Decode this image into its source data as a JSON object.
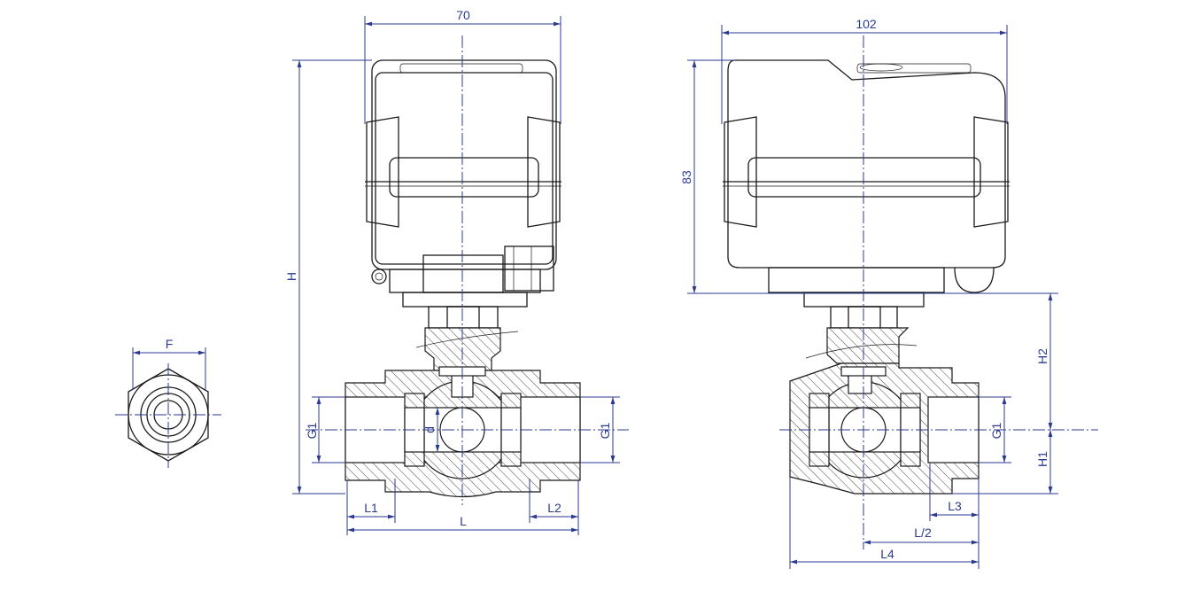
{
  "drawing": {
    "dimension_color": "#2b3a8f",
    "end_view": {
      "F": "F"
    },
    "front_view": {
      "width": "70",
      "height": "H",
      "thread_left": "G1",
      "thread_right": "G1",
      "bore": "d",
      "L1": "L1",
      "L2": "L2",
      "L": "L"
    },
    "side_view": {
      "width": "102",
      "actuator_height": "83",
      "H2": "H2",
      "H1": "H1",
      "thread": "G1",
      "L3": "L3",
      "L_half": "L/2",
      "L4": "L4"
    }
  }
}
